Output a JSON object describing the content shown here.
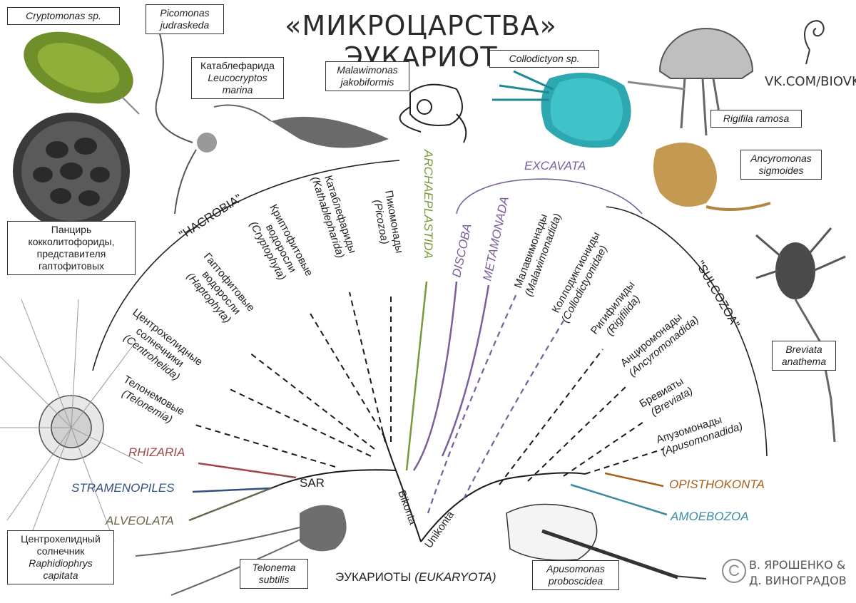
{
  "title": "«МИКРОЦАРСТВА» ЭУКАРИОТ",
  "site": "VK.COM/BIOVK",
  "credits": {
    "symbol": "C",
    "line1": "В. ЯРОШЕНКО &",
    "line2": "Д. ВИНОГРАДОВ"
  },
  "root_label": {
    "text": "ЭУКАРИОТЫ ",
    "italic": "(EUKARYOTA)"
  },
  "branch_labels": {
    "bikonta": "Bikonta",
    "unikonta": "Unikonta",
    "sar": "SAR"
  },
  "supergroups": {
    "hacrobia": "\"HACROBIA\"",
    "excavata": "EXCAVATA",
    "sulcozoa": "\"SULCOZOA\"",
    "archaeplastida": "ARCHAEPLASTIDA",
    "discoba": "DISCOBA",
    "metamonada": "METAMONADA",
    "rhizaria": "RHIZARIA",
    "stramenopiles": "STRAMENOPILES",
    "alveolata": "ALVEOLATA",
    "opisthokonta": "OPISTHOKONTA",
    "amoebozoa": "AMOEBOZOA"
  },
  "taxa": {
    "telonemia": [
      "Телонемовые",
      "(Telonemia)"
    ],
    "centrohelida": [
      "Центрохелидные",
      "солнечники",
      "(Centrohelida)"
    ],
    "haptophyta": [
      "Гаптофитовые",
      "водоросли",
      "(Haptophyta)"
    ],
    "cryptophyta": [
      "Криптофитовые",
      "водоросли",
      "(Cryptophyta)"
    ],
    "kathablepharida": [
      "Катаблефариды",
      "(Kathablepharida)"
    ],
    "picozoa": [
      "Пикомонады",
      "(Picozoa)"
    ],
    "malawimonadida": [
      "Малавимонады",
      "(Malawimonadida)"
    ],
    "collodictyonidae": [
      "Коллодиктиониды",
      "(Collodictyonidae)"
    ],
    "rigifilida": [
      "Ригифилиды",
      "(Rigifilida)"
    ],
    "ancyromonadida": [
      "Анциромонады",
      "(Ancyromonadida)"
    ],
    "breviata": [
      "Бревиаты",
      "(Breviata)"
    ],
    "apusomonadida": [
      "Апузомонады",
      "(Apusomonadida)"
    ]
  },
  "captions": {
    "cryptomonas": "Cryptomonas sp.",
    "picomonas": [
      "Picomonas",
      "judraskeda"
    ],
    "katablepharid": [
      "Катаблефарида",
      "Leucocryptos",
      "marina"
    ],
    "malawimonas": [
      "Malawimonas",
      "jakobiformis"
    ],
    "collodictyon": "Collodictyon sp.",
    "rigifila": "Rigifila ramosa",
    "ancyromonas": [
      "Ancyromonas",
      "sigmoides"
    ],
    "coccolith": [
      "Панцирь",
      "кокколитофориды,",
      "представителя",
      "гаптофитовых"
    ],
    "breviata": [
      "Breviata",
      "anathema"
    ],
    "raphidiophrys": [
      "Центрохелидный",
      "солнечник",
      "Raphidiophrys",
      "capitata"
    ],
    "telonema": [
      "Telonema",
      "subtilis"
    ],
    "apusomonas": [
      "Apusomonas",
      "proboscidea"
    ]
  },
  "colors": {
    "archaeplastida": "#7a9a3a",
    "excavata": "#7a5f9a",
    "rhizaria": "#a04848",
    "stramenopiles": "#34507e",
    "alveolata": "#6a6548",
    "opisthokonta": "#a8601a",
    "amoebozoa": "#3a8aa0",
    "tree": "#1a1a1a"
  }
}
